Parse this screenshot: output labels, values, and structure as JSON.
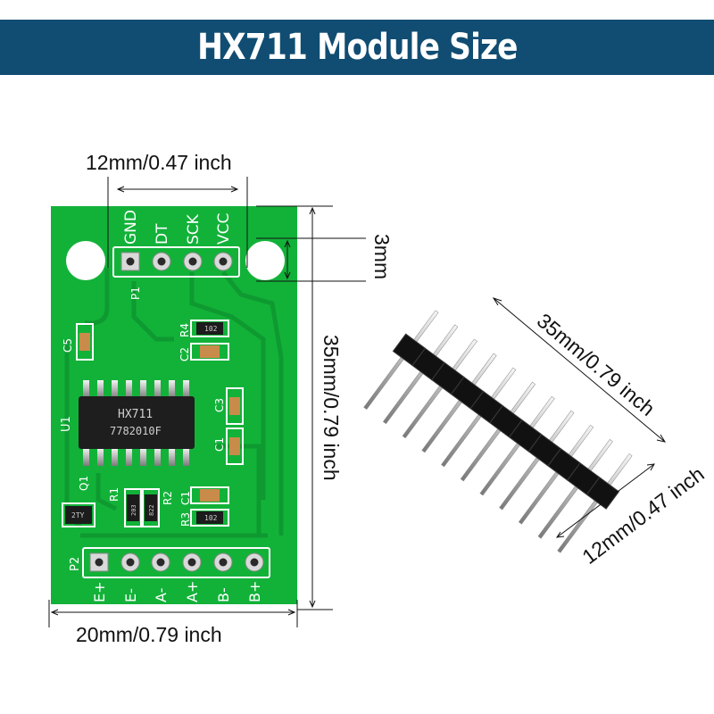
{
  "title": "HX711 Module Size",
  "dimensions": {
    "pin_span": "12mm/0.47 inch",
    "hole": "3mm",
    "length": "35mm/0.79 inch",
    "width": "20mm/0.79 inch",
    "header_length": "35mm/0.79 inch",
    "header_height": "12mm/0.47 inch"
  },
  "board": {
    "top_pins": [
      "GND",
      "DT",
      "SCK",
      "VCC"
    ],
    "top_header": "P1",
    "bottom_pins": [
      "E+",
      "E-",
      "A-",
      "A+",
      "B-",
      "B+"
    ],
    "bottom_header": "P2",
    "chip_label": "U1",
    "chip_line1": "HX711",
    "chip_line2": "7782010F",
    "components": {
      "c5": "C5",
      "r4": "R4",
      "c2": "C2",
      "c3": "C3",
      "c1a": "C1",
      "q1": "Q1",
      "r1": "R1",
      "r2": "R2",
      "c1b": "C1",
      "r3": "R3"
    },
    "markings": {
      "r4_value": "102",
      "r3_value": "102",
      "r1_value": "203",
      "r2_value": "822",
      "q1_value": "2TY"
    }
  },
  "colors": {
    "banner": "#114d72",
    "pcb": "#12b239",
    "pcb_trace": "#0e9a30",
    "silkscreen": "#ffffff"
  }
}
